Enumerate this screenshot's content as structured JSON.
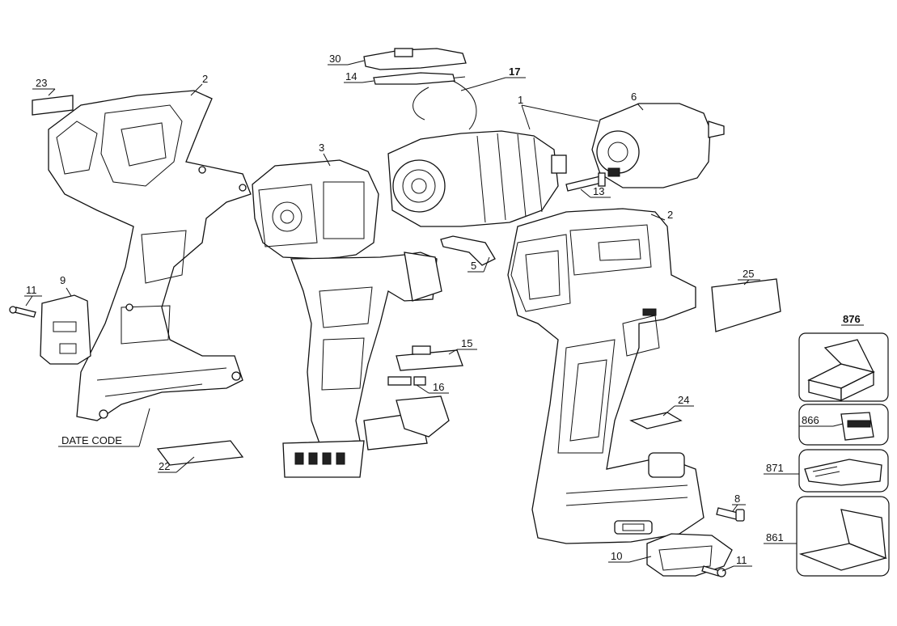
{
  "callouts": {
    "c23": "23",
    "c2_left": "2",
    "c30": "30",
    "c14": "14",
    "c17": "17",
    "c1": "1",
    "c6": "6",
    "c3": "3",
    "c13": "13",
    "c2_right": "2",
    "c5": "5",
    "c25": "25",
    "c11_left": "11",
    "c9": "9",
    "c15": "15",
    "c16": "16",
    "c876": "876",
    "c24": "24",
    "c866": "866",
    "c22": "22",
    "c871": "871",
    "c8": "8",
    "c861": "861",
    "c10": "10",
    "c11_right": "11"
  },
  "date_code_label": "DATE CODE"
}
